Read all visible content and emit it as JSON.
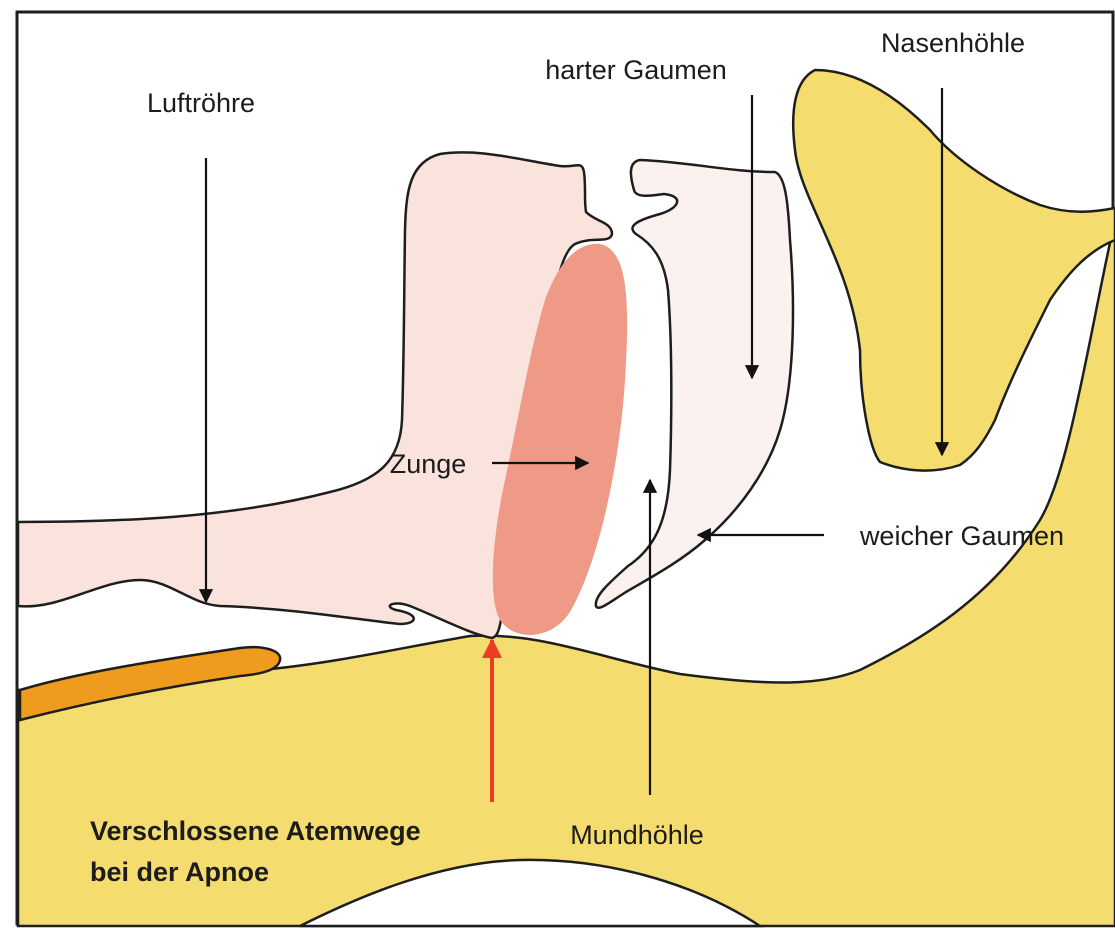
{
  "labels": {
    "luftroehre": "Luftröhre",
    "harter_gaumen": "harter Gaumen",
    "nasenhoehle": "Nasenhöhle",
    "zunge": "Zunge",
    "weicher_gaumen": "weicher Gaumen",
    "mundhoehle": "Mundhöhle",
    "caption_line1": "Verschlossene Atemwege",
    "caption_line2": "bei der Apnoe"
  },
  "colors": {
    "body_yellow": "#f4dc6e",
    "tissue_pink": "#f9e3dc",
    "soft_palate": "#fbf1ef",
    "tongue_red": "#ee9a86",
    "spine_orange": "#ef9c1e",
    "outline": "#1e1e1e",
    "alert_arrow": "#ee3b24"
  },
  "icons": {
    "arrows": "black-down-arrow",
    "alert": "red-up-arrow"
  }
}
